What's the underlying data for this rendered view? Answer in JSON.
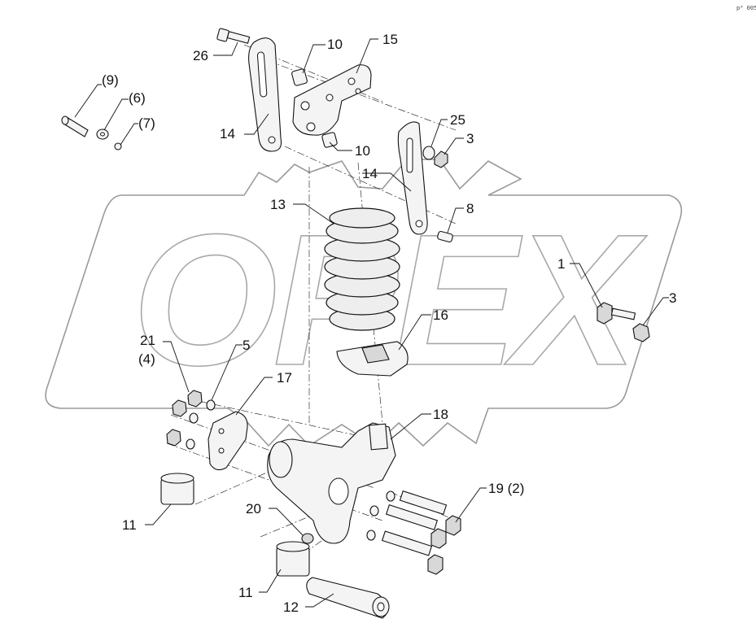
{
  "diagram": {
    "watermark_text": "OPEX",
    "corner_ref": "p⁸ 005",
    "labels": {
      "p26": "26",
      "p10a": "10",
      "p15": "15",
      "p9": "(9)",
      "p6": "(6)",
      "p7": "(7)",
      "p25": "25",
      "p3a": "3",
      "p14a": "14",
      "p10b": "10",
      "p14b": "14",
      "p13": "13",
      "p8": "8",
      "p1": "1",
      "p3b": "3",
      "p16": "16",
      "p21": "21",
      "p4": "(4)",
      "p5": "5",
      "p17": "17",
      "p18": "18",
      "p19": "19 (2)",
      "p11a": "11",
      "p20": "20",
      "p11b": "11",
      "p12": "12"
    }
  }
}
